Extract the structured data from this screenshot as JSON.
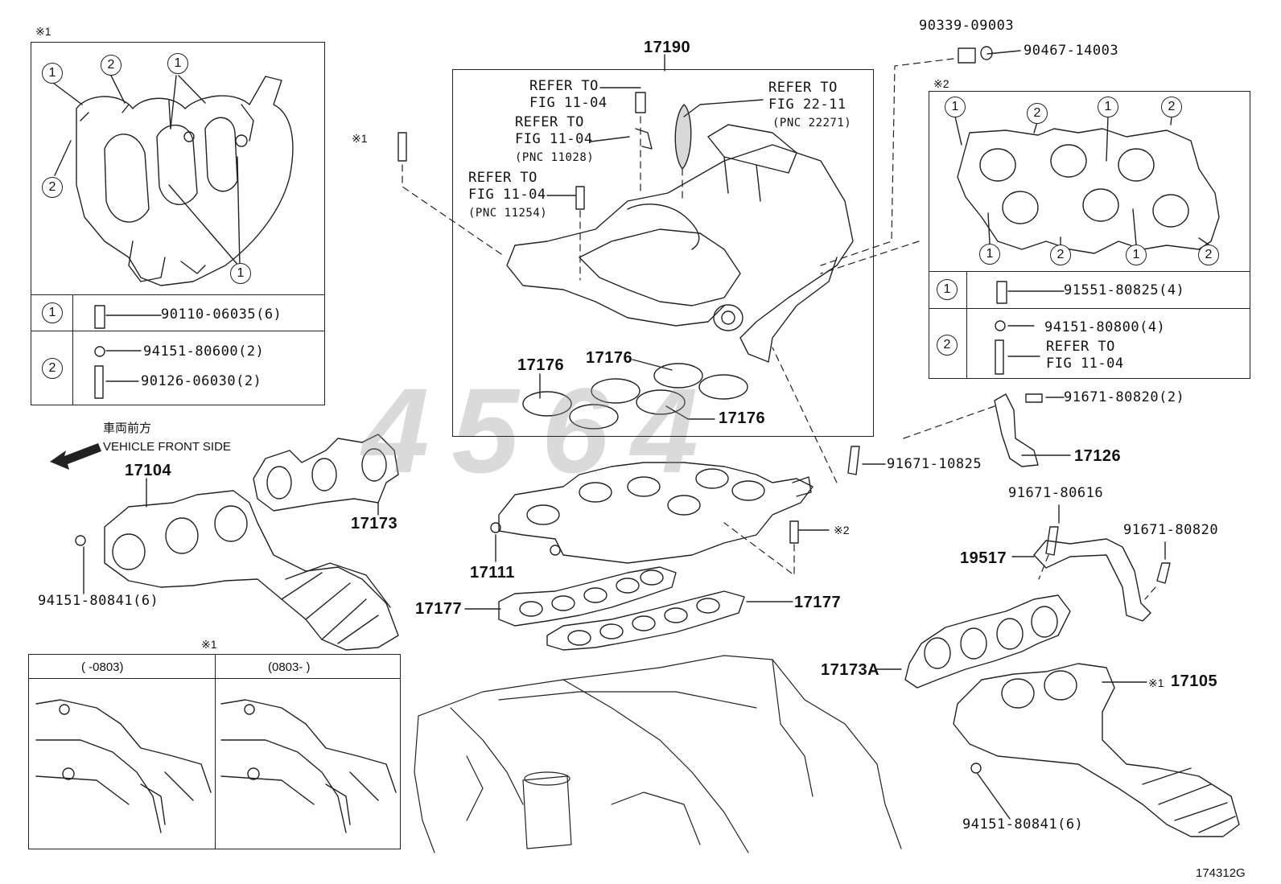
{
  "diagram": {
    "id": "174312G",
    "watermark": "4564",
    "notes": {
      "note1": "※1",
      "note2": "※2"
    },
    "direction": {
      "jp": "車両前方",
      "en": "VEHICLE FRONT SIDE"
    },
    "detail1": {
      "legend": [
        {
          "key": "1",
          "parts": [
            "90110-06035(6)"
          ]
        },
        {
          "key": "2",
          "parts": [
            "94151-80600(2)",
            "90126-06030(2)"
          ]
        }
      ]
    },
    "detail2": {
      "legend": [
        {
          "key": "1",
          "parts": [
            "91551-80825(4)"
          ]
        },
        {
          "key": "2",
          "parts": [
            "94151-80800(4)",
            "REFER TO",
            "FIG 11-04"
          ]
        }
      ]
    },
    "labels": {
      "p17190": "17190",
      "refer1_a": "REFER TO",
      "refer1_b": "FIG 11-04",
      "refer2_a": "REFER TO",
      "refer2_b": "FIG 11-04",
      "refer2_c": "(PNC 11028)",
      "refer3_a": "REFER TO",
      "refer3_b": "FIG 11-04",
      "refer3_c": "(PNC 11254)",
      "refer4_a": "REFER TO",
      "refer4_b": "FIG 22-11",
      "refer4_c": "(PNC 22271)",
      "p17176a": "17176",
      "p17176b": "17176",
      "p17176c": "17176",
      "p90339": "90339-09003",
      "p90467": "90467-14003",
      "p91671_10825": "91671-10825",
      "p91671_80820a": "91671-80820(2)",
      "p17126": "17126",
      "p91671_80616": "91671-80616",
      "p91671_80820b": "91671-80820",
      "p19517": "19517",
      "p17104": "17104",
      "p17173": "17173",
      "p94151_80841a": "94151-80841(6)",
      "p17111": "17111",
      "p17177a": "17177",
      "p17177b": "17177",
      "p17173A": "17173A",
      "p17105": "17105",
      "p94151_80841b": "94151-80841(6)"
    },
    "variants": {
      "left": "(      -0803)",
      "right": "(0803-      )"
    }
  }
}
